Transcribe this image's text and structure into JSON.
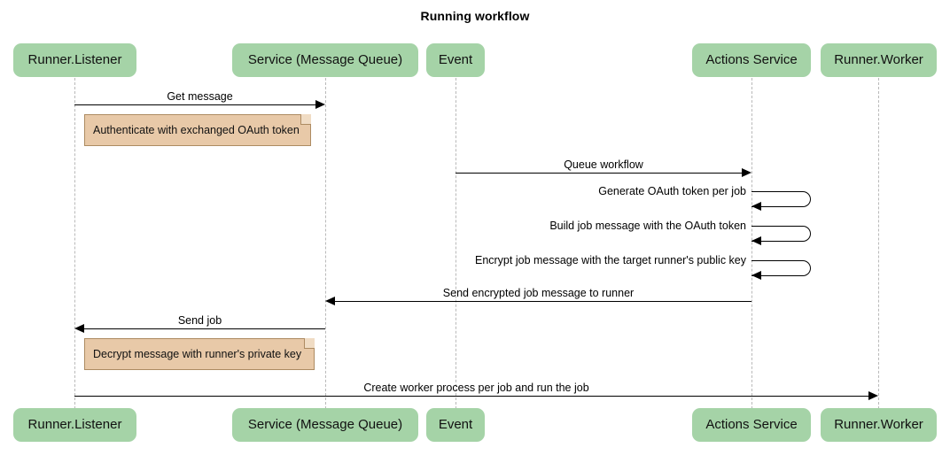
{
  "title": "Running workflow",
  "colors": {
    "participant_fill": "#a5d3a7",
    "note_fill": "#e8c9a8",
    "note_border": "#ad8b62",
    "lifeline": "#b9b9b9",
    "line": "#000000",
    "background": "#ffffff"
  },
  "participants": [
    {
      "id": "runner-listener",
      "label": "Runner.Listener"
    },
    {
      "id": "service-queue",
      "label": "Service (Message Queue)"
    },
    {
      "id": "event",
      "label": "Event"
    },
    {
      "id": "actions-service",
      "label": "Actions Service"
    },
    {
      "id": "runner-worker",
      "label": "Runner.Worker"
    }
  ],
  "messages": [
    {
      "id": "get-message",
      "label": "Get message",
      "from": "runner-listener",
      "to": "service-queue",
      "direction": "right",
      "kind": "call"
    },
    {
      "id": "queue-workflow",
      "label": "Queue workflow",
      "from": "event",
      "to": "actions-service",
      "direction": "right",
      "kind": "call"
    },
    {
      "id": "generate-token",
      "label": "Generate OAuth token per job",
      "from": "actions-service",
      "to": "actions-service",
      "direction": "self",
      "kind": "self"
    },
    {
      "id": "build-job-message",
      "label": "Build job message with the OAuth token",
      "from": "actions-service",
      "to": "actions-service",
      "direction": "self",
      "kind": "self"
    },
    {
      "id": "encrypt-job",
      "label": "Encrypt job message with the target runner's public key",
      "from": "actions-service",
      "to": "actions-service",
      "direction": "self",
      "kind": "self"
    },
    {
      "id": "send-encrypted",
      "label": "Send encrypted job message to runner",
      "from": "actions-service",
      "to": "service-queue",
      "direction": "left",
      "kind": "call"
    },
    {
      "id": "send-job",
      "label": "Send job",
      "from": "service-queue",
      "to": "runner-listener",
      "direction": "left",
      "kind": "call"
    },
    {
      "id": "create-worker",
      "label": "Create worker process per job and run the job",
      "from": "runner-listener",
      "to": "runner-worker",
      "direction": "right",
      "kind": "call"
    }
  ],
  "notes": [
    {
      "id": "note-authenticate",
      "label": "Authenticate with exchanged OAuth token",
      "attached_to": "runner-listener"
    },
    {
      "id": "note-decrypt",
      "label": "Decrypt message with runner's private key",
      "attached_to": "runner-listener"
    }
  ]
}
